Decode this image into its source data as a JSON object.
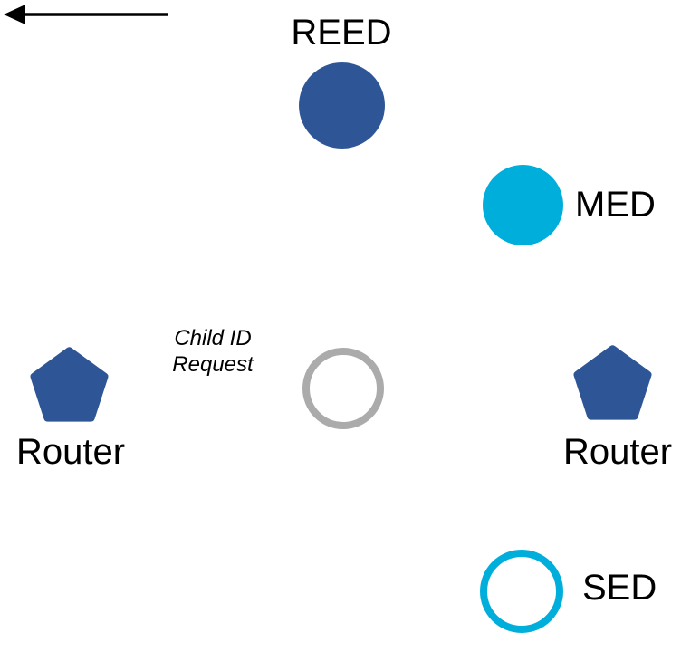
{
  "colors": {
    "router_blue": "#2E5697",
    "device_cyan": "#00AEDB",
    "joiner_gray": "#ABABAB",
    "ink": "#000000",
    "background": "#FFFFFF"
  },
  "nodes": {
    "reed": {
      "label": "REED"
    },
    "med": {
      "label": "MED"
    },
    "router_left": {
      "label": "Router"
    },
    "router_right": {
      "label": "Router"
    },
    "sed": {
      "label": "SED"
    }
  },
  "message": {
    "line1": "Child ID",
    "line2": "Request"
  }
}
